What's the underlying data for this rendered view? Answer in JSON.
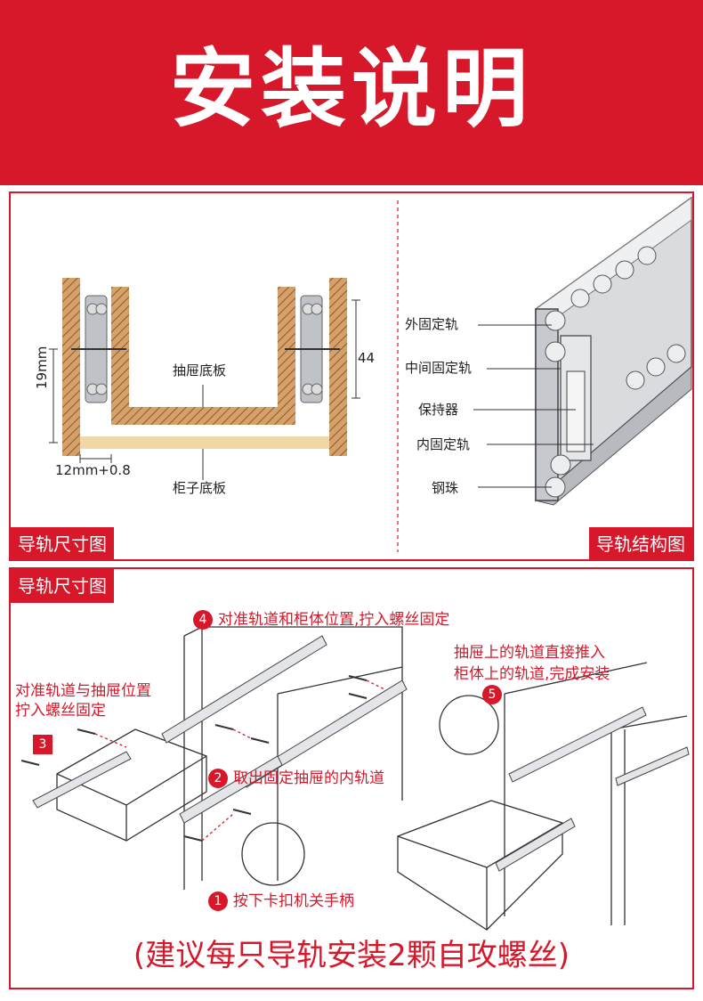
{
  "header": {
    "title": "安装说明",
    "bg": "#d7182a"
  },
  "dimension_panel": {
    "tag": "导轨尺寸图",
    "drawer_bottom_label": "抽屉底板",
    "cabinet_bottom_label": "柜子底板",
    "height_19": "19mm",
    "height_44": "44",
    "width_label": "12mm+0.8"
  },
  "structure_panel": {
    "tag": "导轨结构图",
    "parts": [
      "外固定轨",
      "中间固定轨",
      "保持器",
      "内固定轨",
      "钢珠"
    ]
  },
  "install_panel": {
    "tag": "导轨尺寸图",
    "steps": [
      {
        "num": "1",
        "text": "按下卡扣机关手柄"
      },
      {
        "num": "2",
        "text": "取出固定抽屉的内轨道"
      },
      {
        "num": "3",
        "text_line1": "对准轨道与抽屉位置",
        "text_line2": "拧入螺丝固定"
      },
      {
        "num": "4",
        "text": "对准轨道和柜体位置,拧入螺丝固定"
      },
      {
        "num": "5",
        "text_line1": "抽屉上的轨道直接推入",
        "text_line2": "柜体上的轨道,完成安装"
      }
    ]
  },
  "footer": {
    "note": "(建议每只导轨安装2颗自攻螺丝)"
  }
}
